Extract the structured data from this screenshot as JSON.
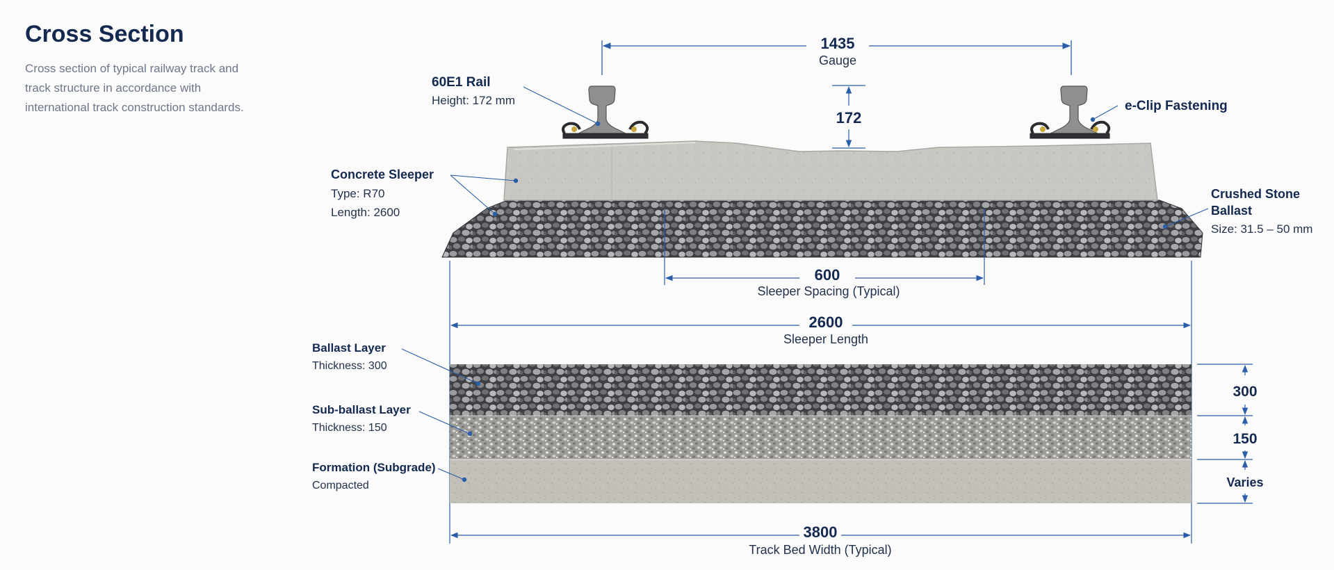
{
  "header": {
    "title": "Cross Section",
    "description_lines": [
      "Cross section of typical railway track and",
      "track structure in accordance with",
      "international track construction standards."
    ]
  },
  "colors": {
    "dimension_line": "#2b5ea8",
    "text_primary": "#13294f",
    "concrete": "#c8c6c1",
    "ballast_dark": "#4a4c50",
    "sub_ballast": "#a9a8a4",
    "formation": "#c2bfb8",
    "rail_steel": "#8c8c8c"
  },
  "labels": {
    "rail": {
      "title": "60E1 Rail",
      "detail": "Height: 172 mm"
    },
    "clip": {
      "title": "e-Clip Fastening"
    },
    "sleeper": {
      "title": "Concrete Sleeper",
      "type": "Type: R70",
      "length": "Length: 2600"
    },
    "crushed_stone": {
      "title_line1": "Crushed Stone",
      "title_line2": "Ballast",
      "size": "Size: 31.5 – 50 mm"
    },
    "ballast_layer": {
      "title": "Ballast Layer",
      "detail": "Thickness: 300"
    },
    "sub_ballast_layer": {
      "title": "Sub-ballast Layer",
      "detail": "Thickness: 150"
    },
    "formation": {
      "title": "Formation (Subgrade)",
      "detail": "Compacted"
    }
  },
  "dimensions": {
    "gauge": {
      "value": "1435",
      "caption": "Gauge"
    },
    "rail_height": {
      "value": "172"
    },
    "sleeper_spacing": {
      "value": "600",
      "caption": "Sleeper Spacing (Typical)"
    },
    "sleeper_length": {
      "value": "2600",
      "caption": "Sleeper Length"
    },
    "ballast_thickness": {
      "value": "300"
    },
    "sub_ballast_thickness": {
      "value": "150"
    },
    "formation_thickness": {
      "value": "Varies"
    },
    "track_bed_width": {
      "value": "3800",
      "caption": "Track Bed Width (Typical)"
    }
  }
}
